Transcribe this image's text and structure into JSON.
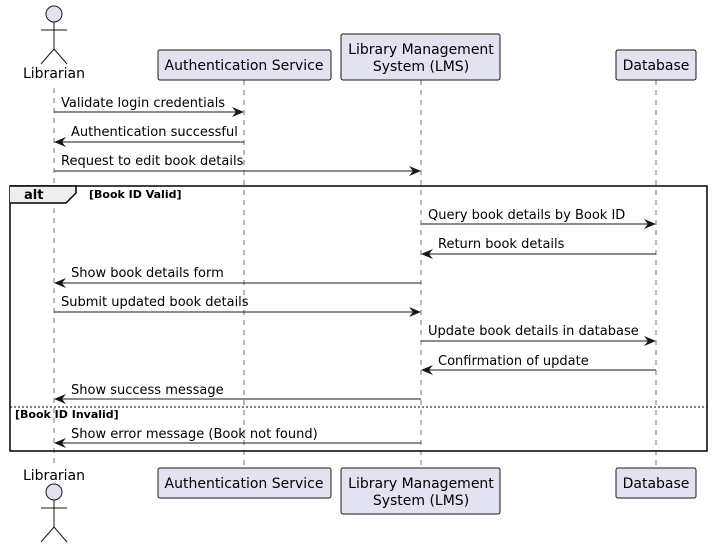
{
  "participants": [
    {
      "id": "librarian",
      "name": "Librarian",
      "kind": "actor"
    },
    {
      "id": "auth",
      "name": "Authentication Service",
      "kind": "participant"
    },
    {
      "id": "lms",
      "name": "Library Management System (LMS)",
      "lines": [
        "Library Management",
        "System (LMS)"
      ],
      "kind": "participant"
    },
    {
      "id": "db",
      "name": "Database",
      "kind": "participant"
    }
  ],
  "messages": [
    {
      "from": "librarian",
      "to": "auth",
      "text": "Validate login credentials"
    },
    {
      "from": "auth",
      "to": "librarian",
      "text": "Authentication successful"
    },
    {
      "from": "librarian",
      "to": "lms",
      "text": "Request to edit book details"
    },
    {
      "from": "lms",
      "to": "db",
      "text": "Query book details by Book ID"
    },
    {
      "from": "db",
      "to": "lms",
      "text": "Return book details"
    },
    {
      "from": "lms",
      "to": "librarian",
      "text": "Show book details form"
    },
    {
      "from": "librarian",
      "to": "lms",
      "text": "Submit updated book details"
    },
    {
      "from": "lms",
      "to": "db",
      "text": "Update book details in database"
    },
    {
      "from": "db",
      "to": "lms",
      "text": "Confirmation of update"
    },
    {
      "from": "lms",
      "to": "librarian",
      "text": "Show success message"
    },
    {
      "from": "lms",
      "to": "librarian",
      "text": "Show error message (Book not found)"
    }
  ],
  "fragment": {
    "operator": "alt",
    "operands": [
      {
        "guard": "[Book ID Valid]"
      },
      {
        "guard": "[Book ID Invalid]"
      }
    ]
  },
  "colors": {
    "participant_fill": "#e2e2f0",
    "participant_border": "#181818",
    "lifeline": "#181818",
    "arrow": "#181818",
    "text": "#000000"
  }
}
